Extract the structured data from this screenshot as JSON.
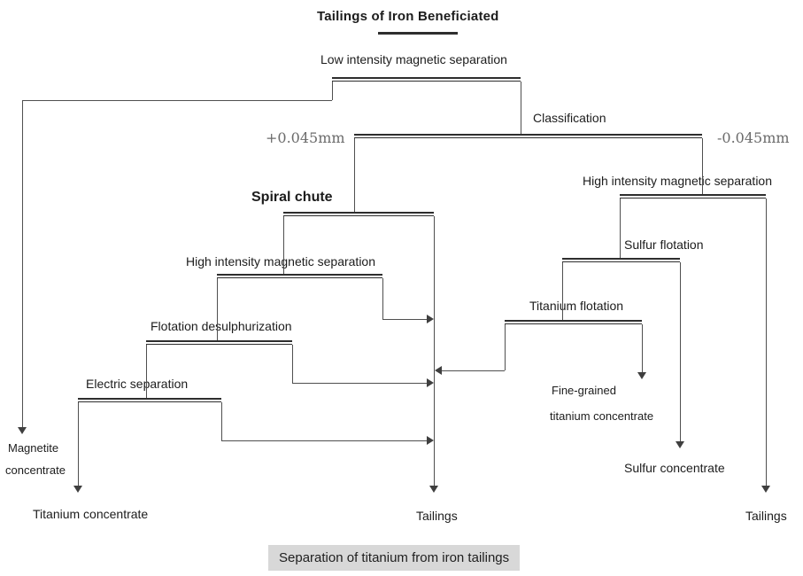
{
  "diagram": {
    "title": "Tailings of Iron Beneficiated",
    "caption": "Separation of titanium from iron tailings",
    "processes": {
      "low_intensity_magnetic_separation": "Low intensity magnetic separation",
      "classification": "Classification",
      "size_plus": "+0.045mm",
      "size_minus": "-0.045mm",
      "spiral_chute": "Spiral chute",
      "high_intensity_magnetic_separation_left": "High intensity magnetic separation",
      "flotation_desulphurization": "Flotation desulphurization",
      "electric_separation": "Electric separation",
      "high_intensity_magnetic_separation_right": "High intensity magnetic separation",
      "sulfur_flotation": "Sulfur flotation",
      "titanium_flotation": "Titanium flotation"
    },
    "products": {
      "magnetite_line1": "Magnetite",
      "magnetite_line2": "concentrate",
      "titanium_concentrate": "Titanium concentrate",
      "tailings_center": "Tailings",
      "fine_grained_line1": "Fine-grained",
      "fine_grained_line2": "titanium concentrate",
      "sulfur_concentrate": "Sulfur concentrate",
      "tailings_right": "Tailings"
    }
  }
}
